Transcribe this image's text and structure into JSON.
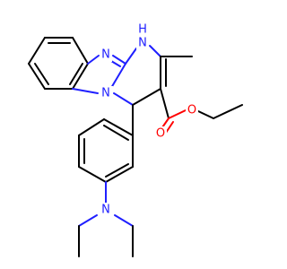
{
  "colors": {
    "background": "#ffffff",
    "carbon_bond": "#000000",
    "nitrogen": "#1f1fff",
    "oxygen": "#ff0000"
  },
  "atoms": [
    {
      "id": "N_imine",
      "label": "N",
      "element": "nitrogen"
    },
    {
      "id": "N_amine_ring",
      "label": "H\nN",
      "element": "nitrogen"
    },
    {
      "id": "N_bridge",
      "label": "N",
      "element": "nitrogen"
    },
    {
      "id": "O_carbonyl",
      "label": "O",
      "element": "oxygen"
    },
    {
      "id": "O_ester",
      "label": "O",
      "element": "oxygen"
    },
    {
      "id": "N_diethylamino",
      "label": "N",
      "element": "nitrogen"
    }
  ]
}
